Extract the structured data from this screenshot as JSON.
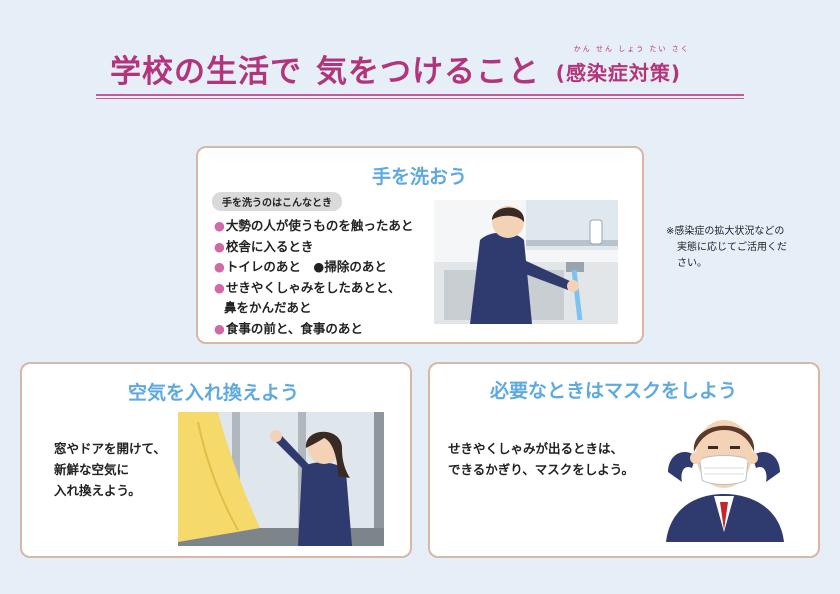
{
  "header": {
    "title_main": "学校の生活で",
    "title_main2": "気をつけること",
    "title_sub": "(感染症対策)",
    "title_sub_ruby": "かん せん しょう たい さく"
  },
  "wash": {
    "title": "手を洗おう",
    "pill": "手を洗うのはこんなとき",
    "items": [
      "大勢の人が使うものを触ったあと",
      "校舎に入るとき",
      "トイレのあと　●掃除のあと",
      "せきやくしゃみをしたあとと、",
      "鼻をかんだあと",
      "食事の前と、食事のあと"
    ]
  },
  "note": {
    "line1": "※感染症の拡大状況などの",
    "line2": "実態に応じてご活用くだ",
    "line3": "さい。"
  },
  "air": {
    "title": "空気を入れ換えよう",
    "lines": [
      "窓やドアを開けて、",
      "新鮮な空気に",
      "入れ換えよう。"
    ]
  },
  "mask": {
    "title": "必要なときはマスクをしよう",
    "lines": [
      "せきやくしゃみが出るときは、",
      "できるかぎり、マスクをしよう。"
    ]
  },
  "colors": {
    "title": "#b2357c",
    "card_title": "#5ea9dd",
    "bullet": "#d06aa6",
    "card_border": "#d7b8a7",
    "background": "#e6eef7"
  }
}
